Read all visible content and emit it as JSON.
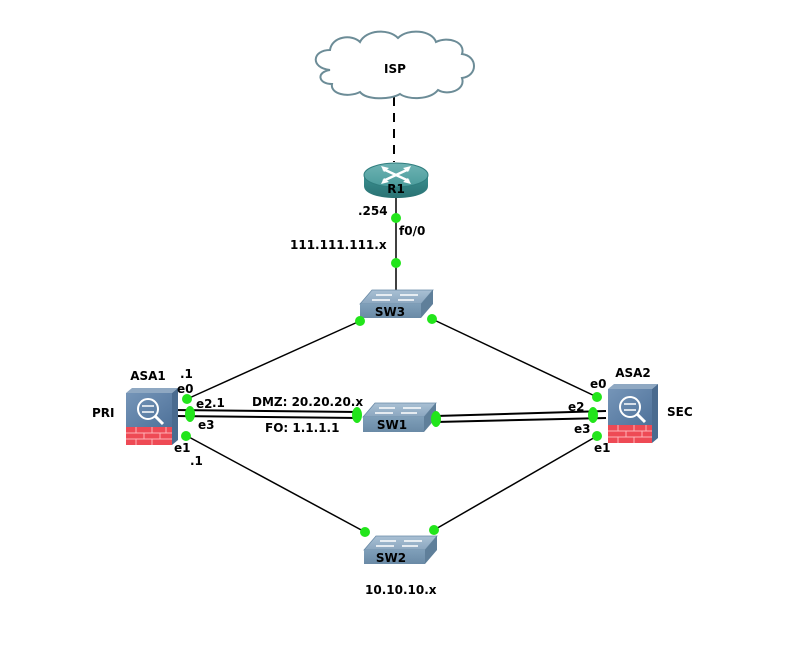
{
  "colors": {
    "link": "#000000",
    "port_dot": "#22e51b",
    "cloud_stroke": "#6c8c97",
    "router_body": "#3a8f90",
    "switch_body": "#7f9fb9",
    "asa_body": "#5b7fa3",
    "firewall_brick": "#ee4a55"
  },
  "devices": {
    "isp": {
      "label": "ISP",
      "icon": "cloud-icon"
    },
    "r1": {
      "label": "R1",
      "icon": "router-icon"
    },
    "sw3": {
      "label": "SW3",
      "icon": "switch-icon"
    },
    "sw1": {
      "label": "SW1",
      "icon": "switch-icon"
    },
    "sw2": {
      "label": "SW2",
      "icon": "switch-icon"
    },
    "asa1": {
      "label": "ASA1",
      "role": "PRI",
      "icon": "firewall-icon"
    },
    "asa2": {
      "label": "ASA2",
      "role": "SEC",
      "icon": "firewall-icon"
    }
  },
  "labels": {
    "r1_ip": ".254",
    "r1_iface": "f0/0",
    "outside_net": "111.111.111.x",
    "asa1_e0_ip": ".1",
    "asa1_e0": "e0",
    "asa1_e2": "e2",
    "asa1_e2_ip": ".1",
    "asa1_e3": "e3",
    "asa1_e1": "e1",
    "asa1_e1_ip": ".1",
    "dmz_net": "DMZ: 20.20.20.x",
    "fo_net": "FO: 1.1.1.1",
    "asa2_e0": "e0",
    "asa2_e2": "e2",
    "asa2_e3": "e3",
    "asa2_e1": "e1",
    "inside_net": "10.10.10.x"
  }
}
